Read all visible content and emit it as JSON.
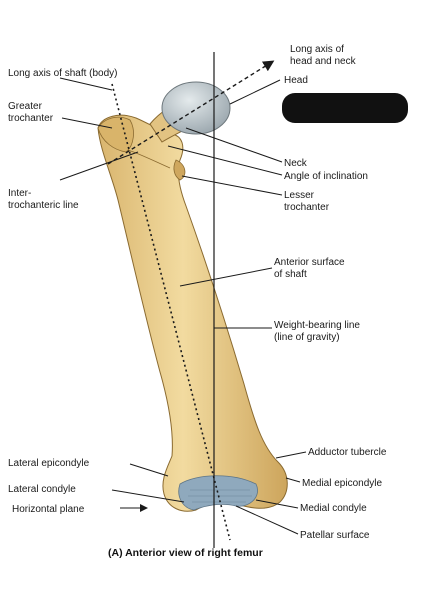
{
  "figure": {
    "caption": "(A) Anterior view of right femur",
    "labels": {
      "long_axis_shaft": "Long axis of shaft (body)",
      "long_axis_head_1": "Long axis of",
      "long_axis_head_2": "head and neck",
      "head": "Head",
      "greater_trochanter_1": "Greater",
      "greater_trochanter_2": "trochanter",
      "intertrochanteric_1": "Inter-",
      "intertrochanteric_2": "trochanteric line",
      "neck": "Neck",
      "angle_of_inclination": "Angle of inclination",
      "lesser_trochanter_1": "Lesser",
      "lesser_trochanter_2": "trochanter",
      "anterior_surface_1": "Anterior surface",
      "anterior_surface_2": "of shaft",
      "weight_bearing_1": "Weight-bearing line",
      "weight_bearing_2": "(line of gravity)",
      "adductor_tubercle": "Adductor tubercle",
      "lateral_epicondyle": "Lateral epicondyle",
      "medial_epicondyle": "Medial epicondyle",
      "lateral_condyle": "Lateral condyle",
      "medial_condyle": "Medial condyle",
      "horizontal_plane": "Horizontal plane",
      "patellar_surface": "Patellar surface"
    },
    "colors": {
      "bone": "#e8cc8a",
      "bone_shade": "#c9a35a",
      "head": "#bfc8cc",
      "cartilage": "#8fa9bd",
      "redaction": "#111111"
    }
  }
}
